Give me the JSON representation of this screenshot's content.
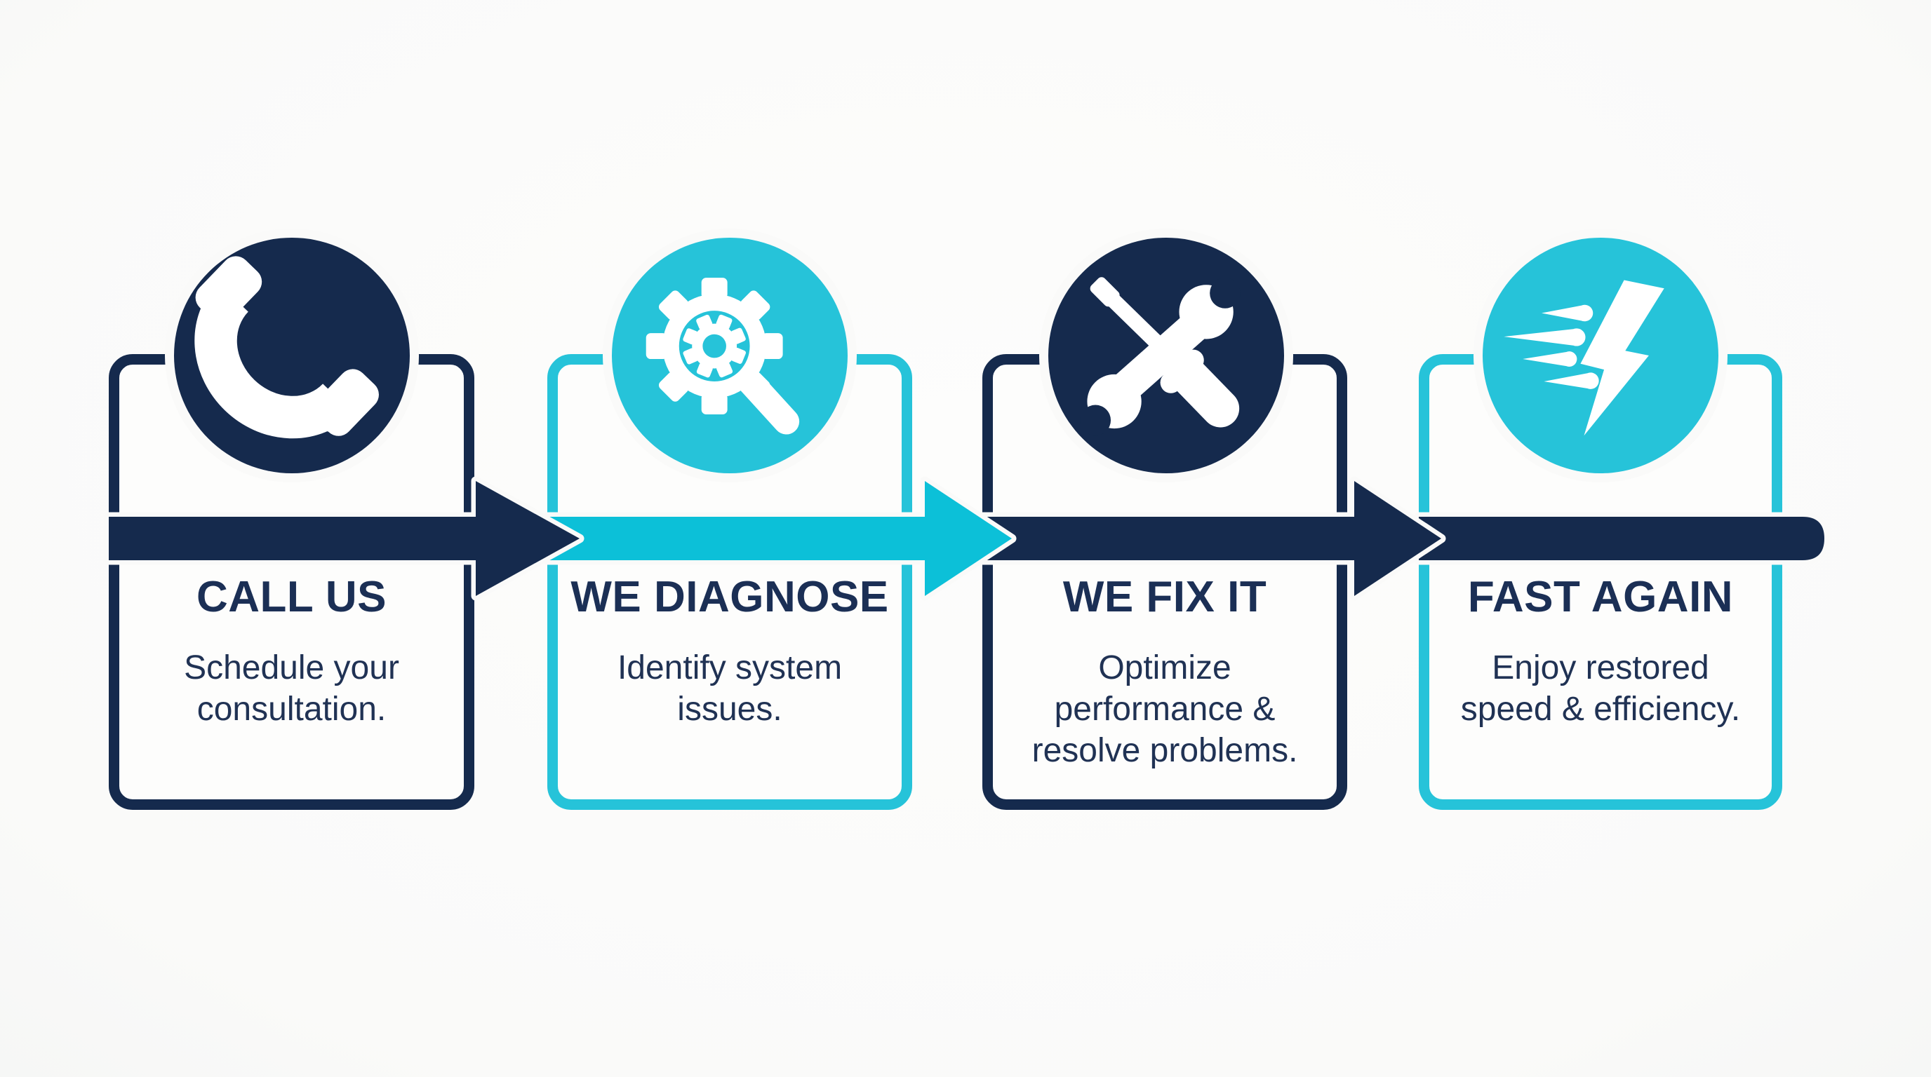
{
  "background": "#fafaf9",
  "colors": {
    "background": "#fafaf9",
    "halo": "#fafaf9",
    "navy": "#152a4d",
    "cyan": "#0cc0d8",
    "circle_cyan": "#26c3d9",
    "card_fill": "#fdfdfc",
    "title_text": "#1b2f55",
    "body_text": "#203254",
    "icon_fill": "#ffffff"
  },
  "steps": [
    {
      "title": "CALL US",
      "description": "Schedule your\nconsultation.",
      "icon": "phone-icon",
      "accent": "navy"
    },
    {
      "title": "WE DIAGNOSE",
      "description": "Identify system\nissues.",
      "icon": "gear-magnifier-icon",
      "accent": "cyan"
    },
    {
      "title": "WE FIX IT",
      "description": "Optimize\nperformance &\nresolve problems.",
      "icon": "tools-icon",
      "accent": "navy"
    },
    {
      "title": "FAST AGAIN",
      "description": "Enjoy restored\nspeed & efficiency.",
      "icon": "lightning-icon",
      "accent": "cyan"
    }
  ]
}
